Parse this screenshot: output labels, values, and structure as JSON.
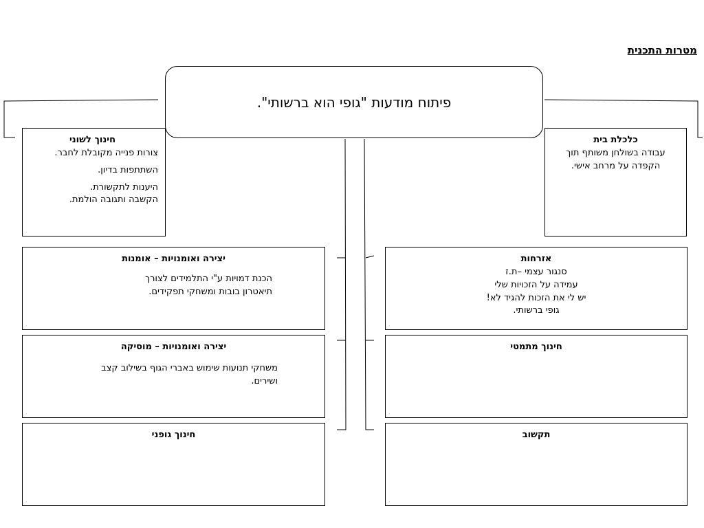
{
  "page_heading": "מטרות התכנית",
  "center_title": "פיתוח מודעות \"גופי הוא ברשותי\".",
  "boxes": {
    "home_economics": {
      "title": "כלכלת בית",
      "lines": [
        "עבודה בשולחן משותף תוך",
        "הקפדה על מרחב אישי."
      ]
    },
    "language": {
      "title": "חינוך לשוני",
      "lines": [
        "צורות פנייה מקובלת לחבר.",
        "השתתפות בדיון.",
        "היענות לתקשורת.",
        "הקשבה ותגובה הולמת."
      ]
    },
    "citizenship": {
      "title": "אזרחות",
      "lines": [
        "סנגור עצמי –ת.ז",
        "עמידה על הזכויות שלי",
        "יש לי את הזכות להגיד לא!",
        "גופי ברשותי."
      ]
    },
    "art_creation": {
      "title": "יצירה ואומנויות – אומנות",
      "lines": [
        "הכנת דמויות ע\"י התלמידים לצורך",
        "תיאטרון בובות ומשחקי תפקידים."
      ]
    },
    "math": {
      "title": "חינוך מתמטי",
      "lines": []
    },
    "music": {
      "title": "יצירה ואומנויות – מוסיקה",
      "lines": [
        "משחקי תנועות שימוש באברי הגוף בשילוב קצב",
        "ושירים."
      ]
    },
    "communication": {
      "title": "תקשוב",
      "lines": []
    },
    "physical_ed": {
      "title": "חינוך גופני",
      "lines": []
    }
  }
}
